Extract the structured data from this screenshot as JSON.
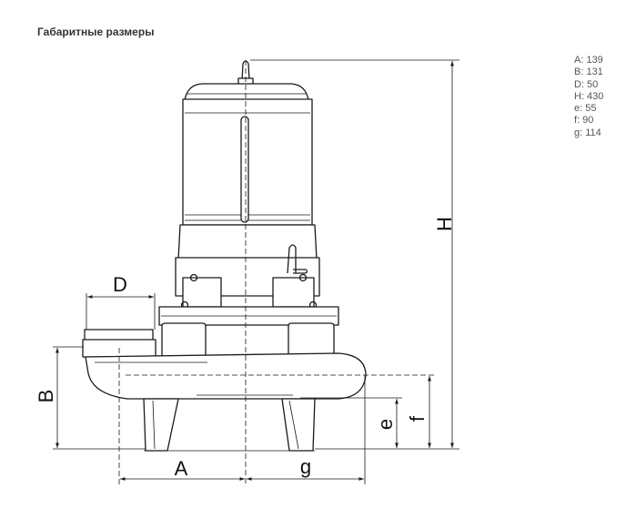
{
  "page": {
    "title": "Габаритные размеры"
  },
  "dimensions": [
    {
      "label": "A",
      "value": 139,
      "text": "A: 139"
    },
    {
      "label": "B",
      "value": 131,
      "text": "B: 131"
    },
    {
      "label": "D",
      "value": 50,
      "text": "D: 50"
    },
    {
      "label": "H",
      "value": 430,
      "text": "H: 430"
    },
    {
      "label": "e",
      "value": 55,
      "text": "e: 55"
    },
    {
      "label": "f",
      "value": 90,
      "text": "f: 90"
    },
    {
      "label": "g",
      "value": 114,
      "text": "g: 114"
    }
  ],
  "drawing": {
    "labels": {
      "A": "A",
      "B": "B",
      "D": "D",
      "H": "H",
      "e": "e",
      "f": "f",
      "g": "g"
    }
  },
  "colors": {
    "line": "#1a1a1a",
    "title": "#333333",
    "list_text": "#555555",
    "background": "#ffffff"
  }
}
